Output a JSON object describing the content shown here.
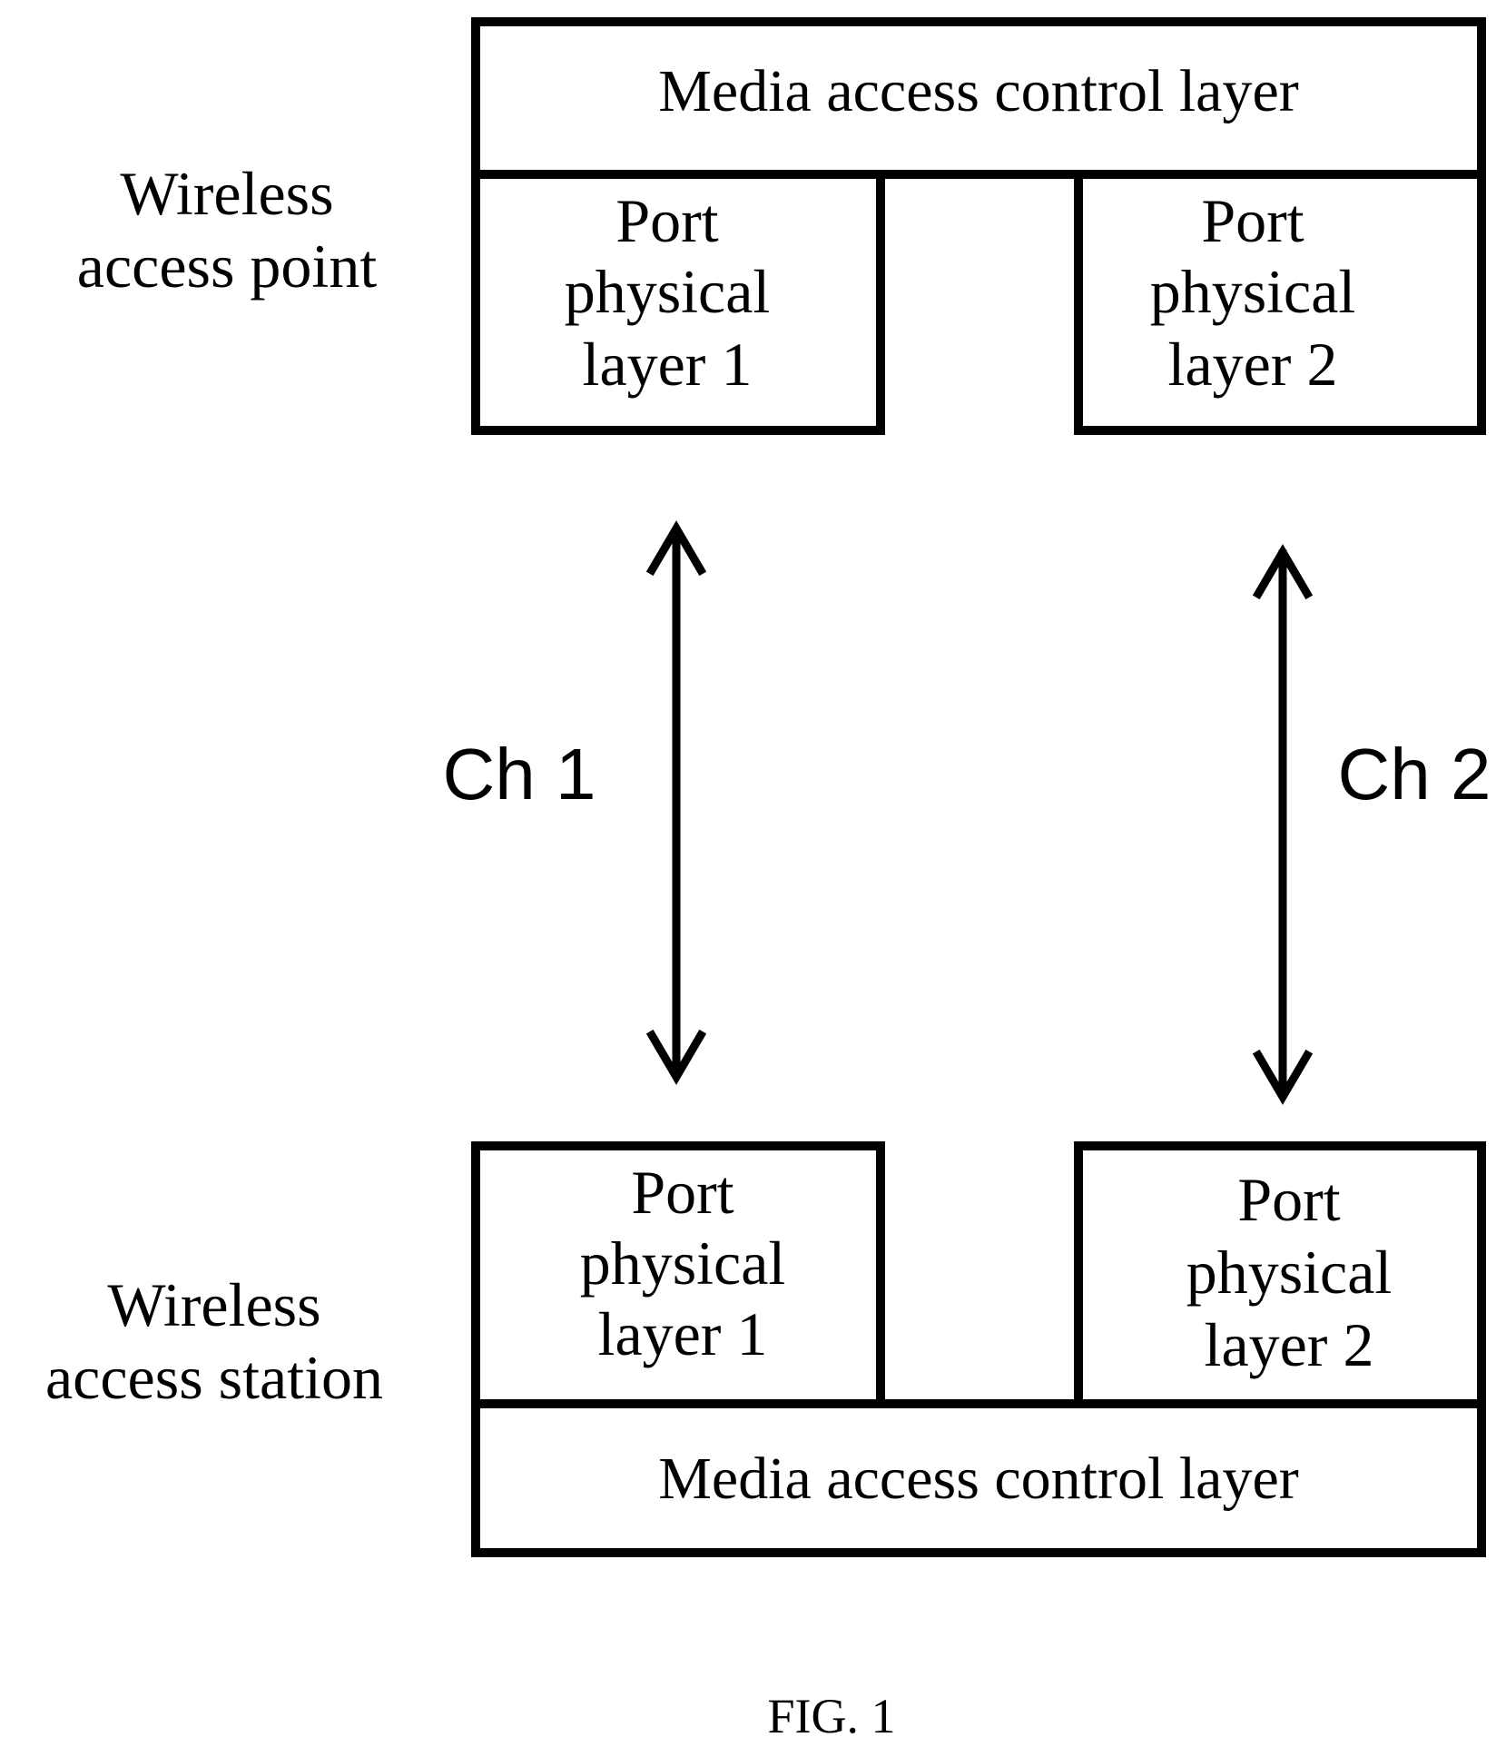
{
  "access_point": {
    "label_line1": "Wireless",
    "label_line2": "access point",
    "mac_layer": "Media access control layer",
    "port1": {
      "line1": "Port",
      "line2": "physical",
      "line3": "layer 1"
    },
    "port2": {
      "line1": "Port",
      "line2": "physical",
      "line3": "layer 2"
    }
  },
  "access_station": {
    "label_line1": "Wireless",
    "label_line2": "access station",
    "mac_layer": "Media access control layer",
    "port1": {
      "line1": "Port",
      "line2": "physical",
      "line3": "layer 1"
    },
    "port2": {
      "line1": "Port",
      "line2": "physical",
      "line3": "layer 2"
    }
  },
  "channels": {
    "ch1": "Ch 1",
    "ch2": "Ch 2"
  },
  "caption": "FIG. 1"
}
